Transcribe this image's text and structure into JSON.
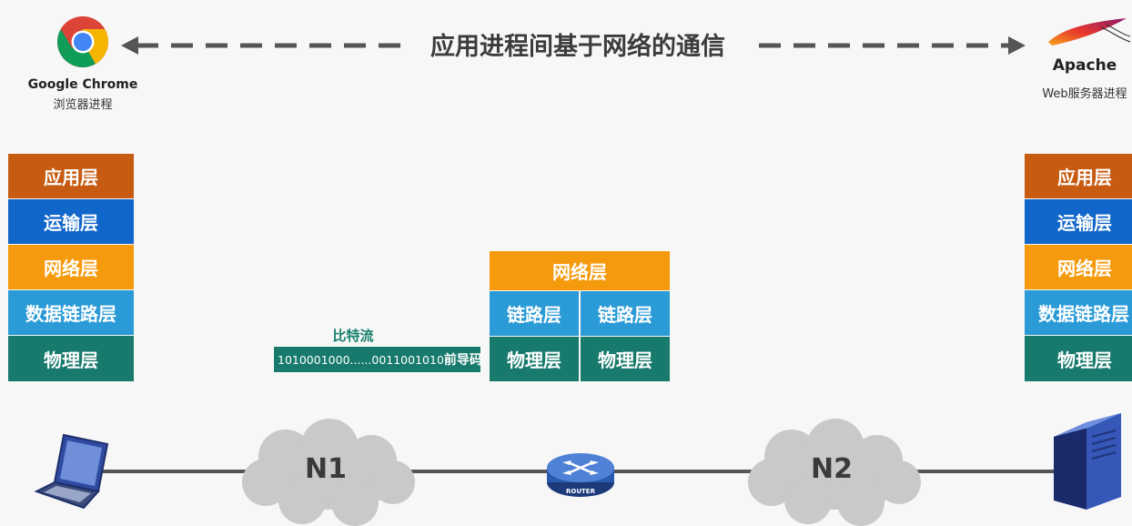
{
  "title": "应用进程间基于网络的通信",
  "client": {
    "name": "Google Chrome",
    "subtitle": "浏览器进程",
    "icon": "chrome-logo-icon"
  },
  "server": {
    "name": "Apache",
    "subtitle": "Web服务器进程",
    "icon": "apache-feather-icon"
  },
  "host_stack": {
    "layers": [
      "应用层",
      "运输层",
      "网络层",
      "数据链路层",
      "物理层"
    ]
  },
  "router_stack": {
    "network": "网络层",
    "link_left": "链路层",
    "link_right": "链路层",
    "phy_left": "物理层",
    "phy_right": "物理层"
  },
  "bitstream": {
    "label": "比特流",
    "bits": "1010001000......0011001010",
    "preamble": "前导码"
  },
  "networks": {
    "n1": "N1",
    "n2": "N2"
  },
  "router": {
    "label": "ROUTER"
  },
  "colors": {
    "application": "#c75b12",
    "transport": "#1166c9",
    "network": "#f59a0c",
    "link": "#2a9bd6",
    "physical": "#177a6c",
    "bitstream_label": "#17806e",
    "dashed_arrow": "#555555"
  }
}
